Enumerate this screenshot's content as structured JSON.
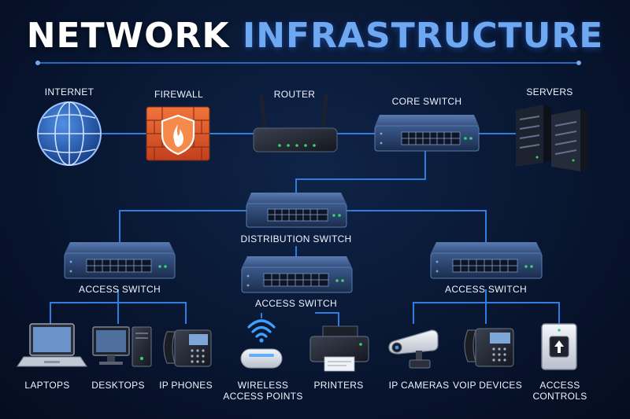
{
  "title": {
    "part1": "NETWORK",
    "part2": "INFRASTRUCTURE"
  },
  "labels": {
    "internet": "INTERNET",
    "firewall": "FIREWALL",
    "router": "ROUTER",
    "core_switch": "CORE SWITCH",
    "servers": "SERVERS",
    "distribution_switch": "DISTRIBUTION SWITCH",
    "access_switch_left": "ACCESS SWITCH",
    "access_switch_center": "ACCESS SWITCH",
    "access_switch_right": "ACCESS SWITCH",
    "laptops": "LAPTOPS",
    "desktops": "DESKTOPS",
    "ip_phones": "IP PHONES",
    "wireless_line1": "WIRELESS",
    "wireless_line2": "ACCESS POINTS",
    "printers": "PRINTERS",
    "ip_cameras": "IP CAMERAS",
    "voip_devices": "VOIP DEVICES",
    "access_controls_line1": "ACCESS",
    "access_controls_line2": "CONTROLS"
  },
  "colors": {
    "link": "#2f7de0",
    "device_body": "#23395f",
    "port_led": "#39d36b",
    "firewall": "#e2572b",
    "title_accent": "#6ea8f0"
  }
}
